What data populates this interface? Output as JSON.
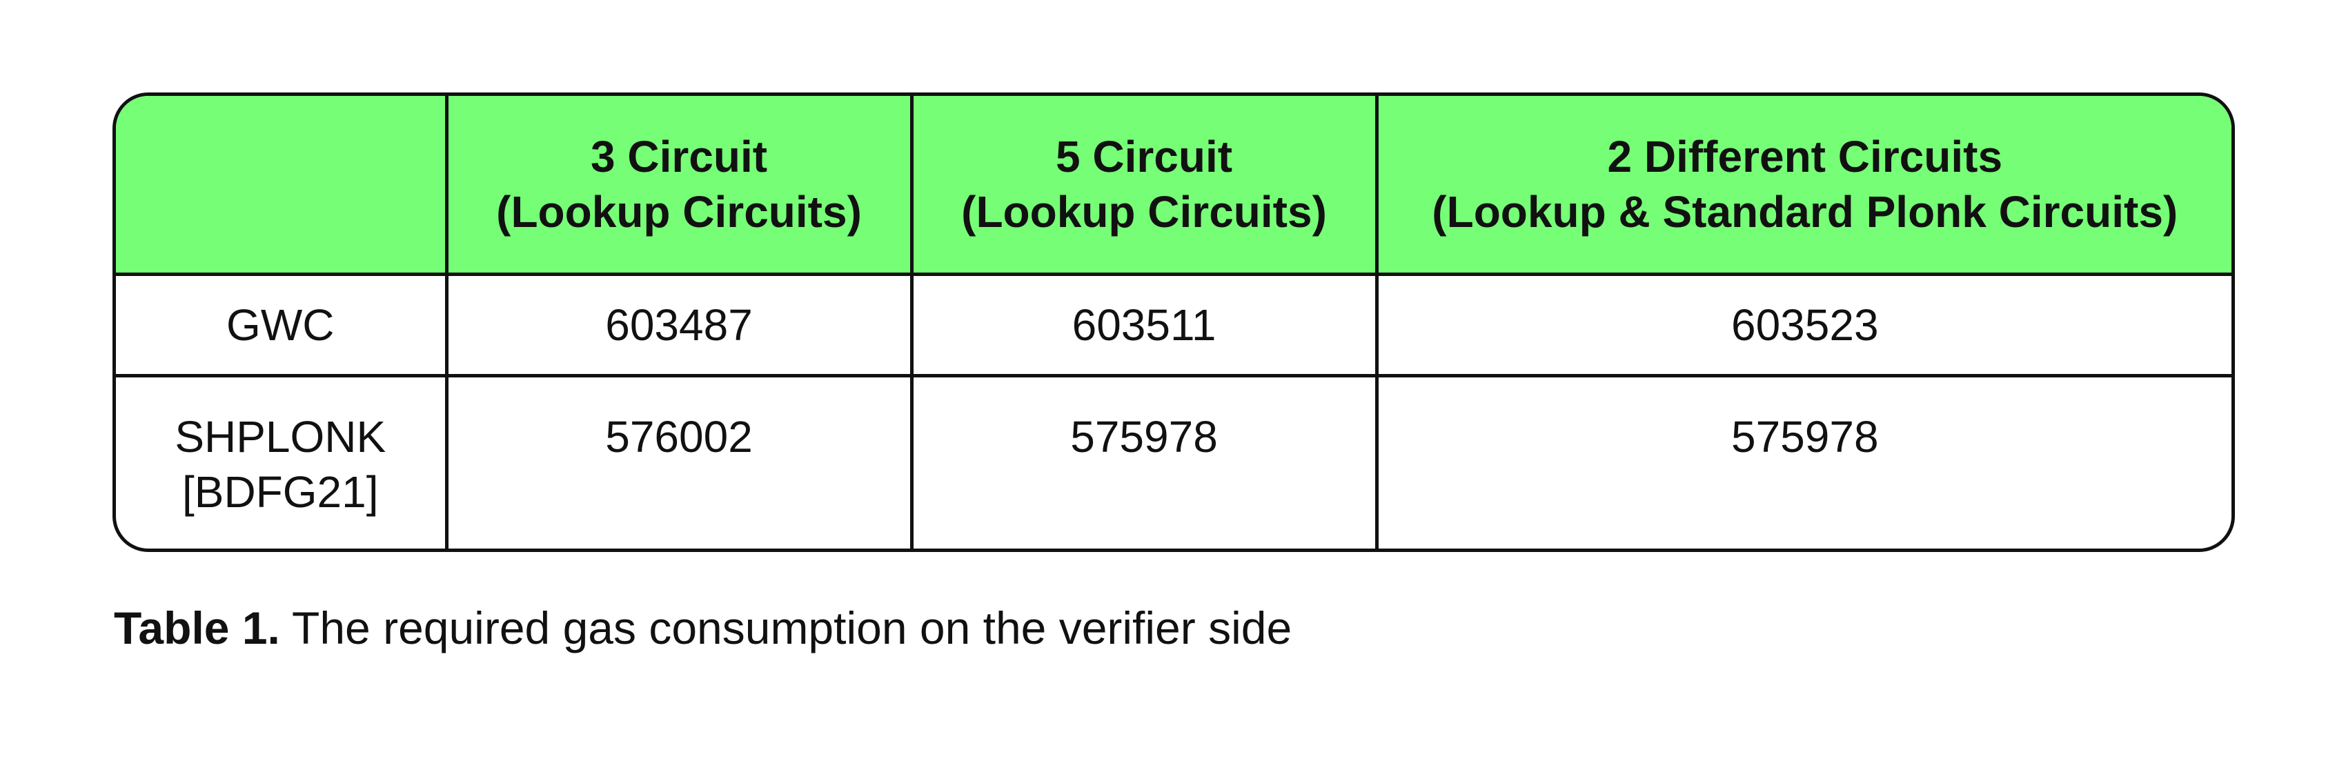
{
  "table": {
    "headers": [
      {
        "lines": [
          "",
          ""
        ]
      },
      {
        "lines": [
          "3 Circuit",
          "(Lookup Circuits)"
        ]
      },
      {
        "lines": [
          "5 Circuit",
          "(Lookup Circuits)"
        ]
      },
      {
        "lines": [
          "2 Different Circuits",
          "(Lookup & Standard Plonk Circuits)"
        ]
      }
    ],
    "rows": [
      {
        "label_lines": [
          "GWC"
        ],
        "values": [
          "603487",
          "603511",
          "603523"
        ]
      },
      {
        "label_lines": [
          "SHPLONK",
          "[BDFG21]"
        ],
        "values": [
          "576002",
          "575978",
          "575978"
        ]
      }
    ],
    "header_color": "#76ff76",
    "border_color": "#111111"
  },
  "caption": {
    "label": "Table 1.",
    "text": " The required gas consumption on the verifier side"
  }
}
